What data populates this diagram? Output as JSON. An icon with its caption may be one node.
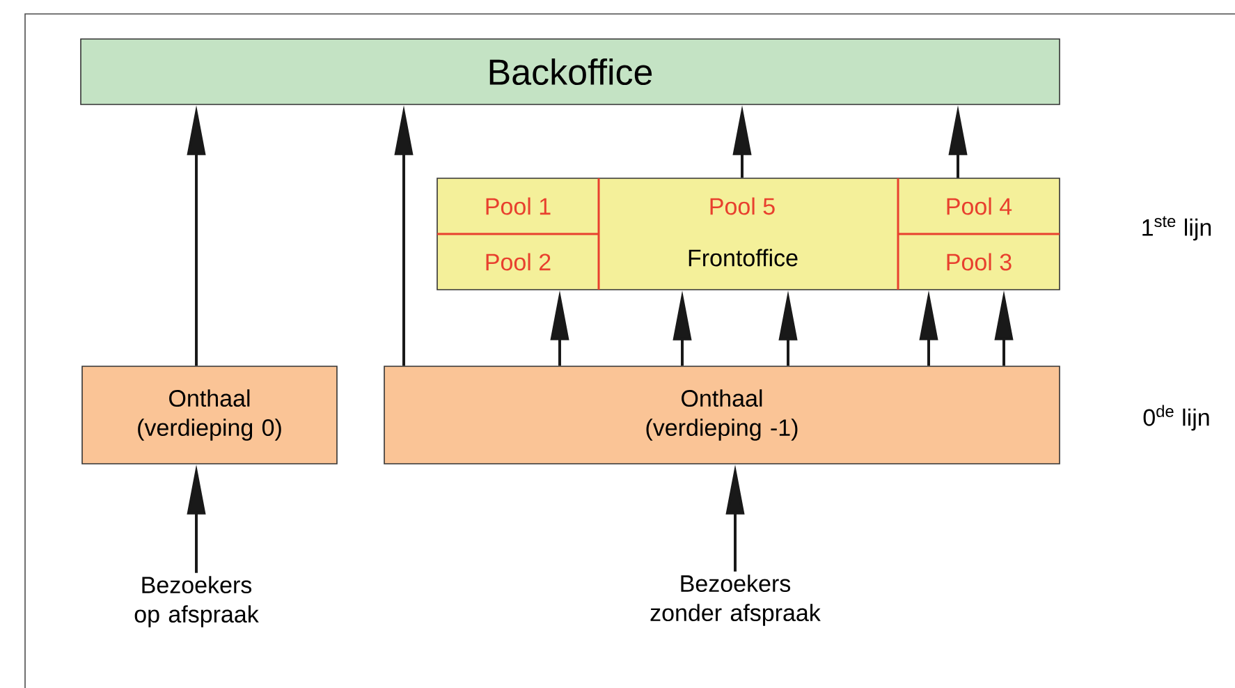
{
  "diagram": {
    "nodes": [
      {
        "text": [
          "Backoffice"
        ]
      },
      {
        "text": [
          "Frontoffice"
        ]
      },
      {
        "text": [
          "Pool 1"
        ],
        "in": 1
      },
      {
        "text": [
          "Pool 5"
        ],
        "in": 1
      },
      {
        "text": [
          "Pool 4"
        ],
        "in": 1
      },
      {
        "text": [
          "Pool 2"
        ],
        "in": 1
      },
      {
        "text": [
          "Pool 3"
        ],
        "in": 1
      },
      {
        "text": [
          "Onthaal (verdieping 0)"
        ]
      },
      {
        "text": [
          "Onthaal (verdieping -1)"
        ]
      },
      {
        "text": [
          "Bezoekers op afspraak"
        ]
      },
      {
        "text": [
          "Bezoekers zonder afspraak"
        ]
      }
    ],
    "edges": [
      {
        "from": 7,
        "to": 0,
        "arrow": "to"
      },
      {
        "from": 8,
        "to": 0,
        "arrow": "to"
      },
      {
        "from": 1,
        "to": 0,
        "arrow": "to"
      },
      {
        "from": 4,
        "to": 0,
        "arrow": "to"
      },
      {
        "from": 8,
        "to": 5,
        "arrow": "to"
      },
      {
        "from": 8,
        "to": 1,
        "arrow": "to"
      },
      {
        "from": 8,
        "to": 1,
        "arrow": "to"
      },
      {
        "from": 8,
        "to": 6,
        "arrow": "to"
      },
      {
        "from": 8,
        "to": 6,
        "arrow": "to"
      },
      {
        "from": 9,
        "to": 7,
        "arrow": "to"
      },
      {
        "from": 10,
        "to": 8,
        "arrow": "to"
      }
    ],
    "labels": [
      "1$^{ste}$ lijn",
      "0$^{de}$ lijn"
    ]
  }
}
